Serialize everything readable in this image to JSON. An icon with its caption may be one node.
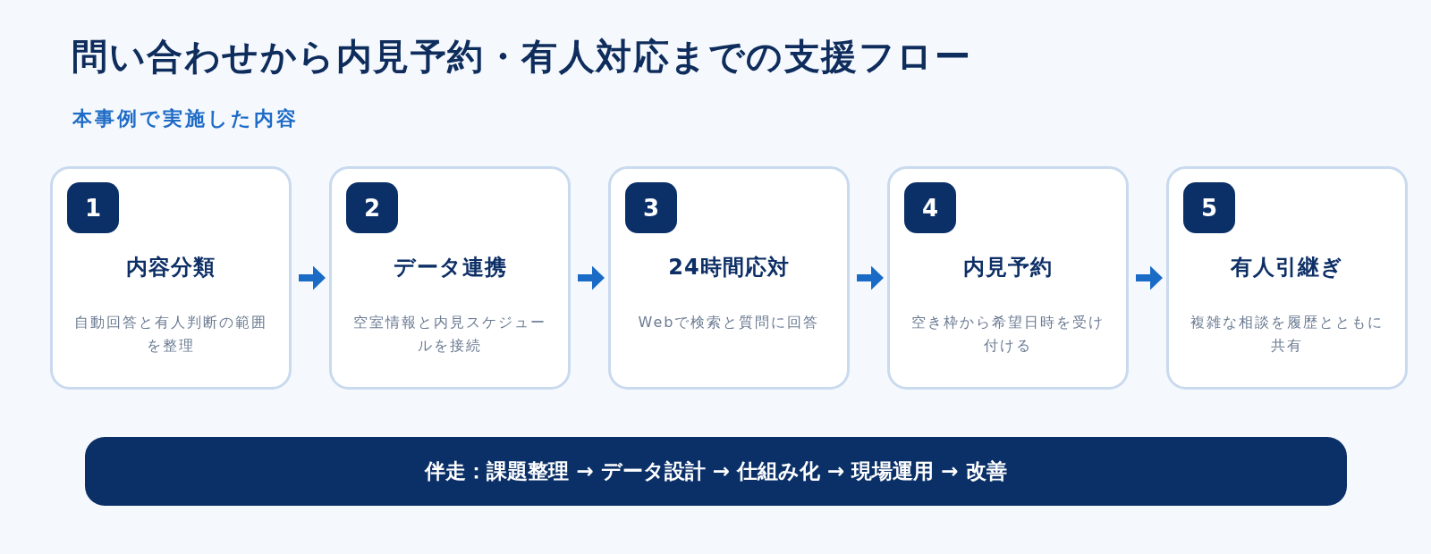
{
  "diagram": {
    "title": "問い合わせから内見予約・有人対応までの支援フロー",
    "nodes": [
      {
        "text": [
          "内容分類",
          "自動回答と有人判断の範囲を整理"
        ]
      },
      {
        "text": [
          "1"
        ],
        "in": 0
      },
      {
        "text": [
          "データ連携",
          "空室情報と内見スケジュールを接続"
        ]
      },
      {
        "text": [
          "2"
        ],
        "in": 2
      },
      {
        "text": [
          "24時間応対",
          "Webで検索と質問に回答"
        ]
      },
      {
        "text": [
          "3"
        ],
        "in": 4
      },
      {
        "text": [
          "内見予約",
          "空き枠から希望日時を受け付ける"
        ]
      },
      {
        "text": [
          "4"
        ],
        "in": 6
      },
      {
        "text": [
          "有人引継ぎ",
          "複雑な相談を履歴とともに共有"
        ]
      },
      {
        "text": [
          "5"
        ],
        "in": 8
      },
      {
        "text": [
          "伴走：課題整理 → データ設計 → 仕組み化 → 現場運用 → 改善"
        ]
      }
    ],
    "edges": [
      {
        "from": 0,
        "to": 2,
        "arrow": "to"
      },
      {
        "from": 2,
        "to": 4,
        "arrow": "to"
      },
      {
        "from": 4,
        "to": 6,
        "arrow": "to"
      },
      {
        "from": 6,
        "to": 8,
        "arrow": "to"
      }
    ],
    "labels": [
      "本事例で実施した内容"
    ]
  }
}
